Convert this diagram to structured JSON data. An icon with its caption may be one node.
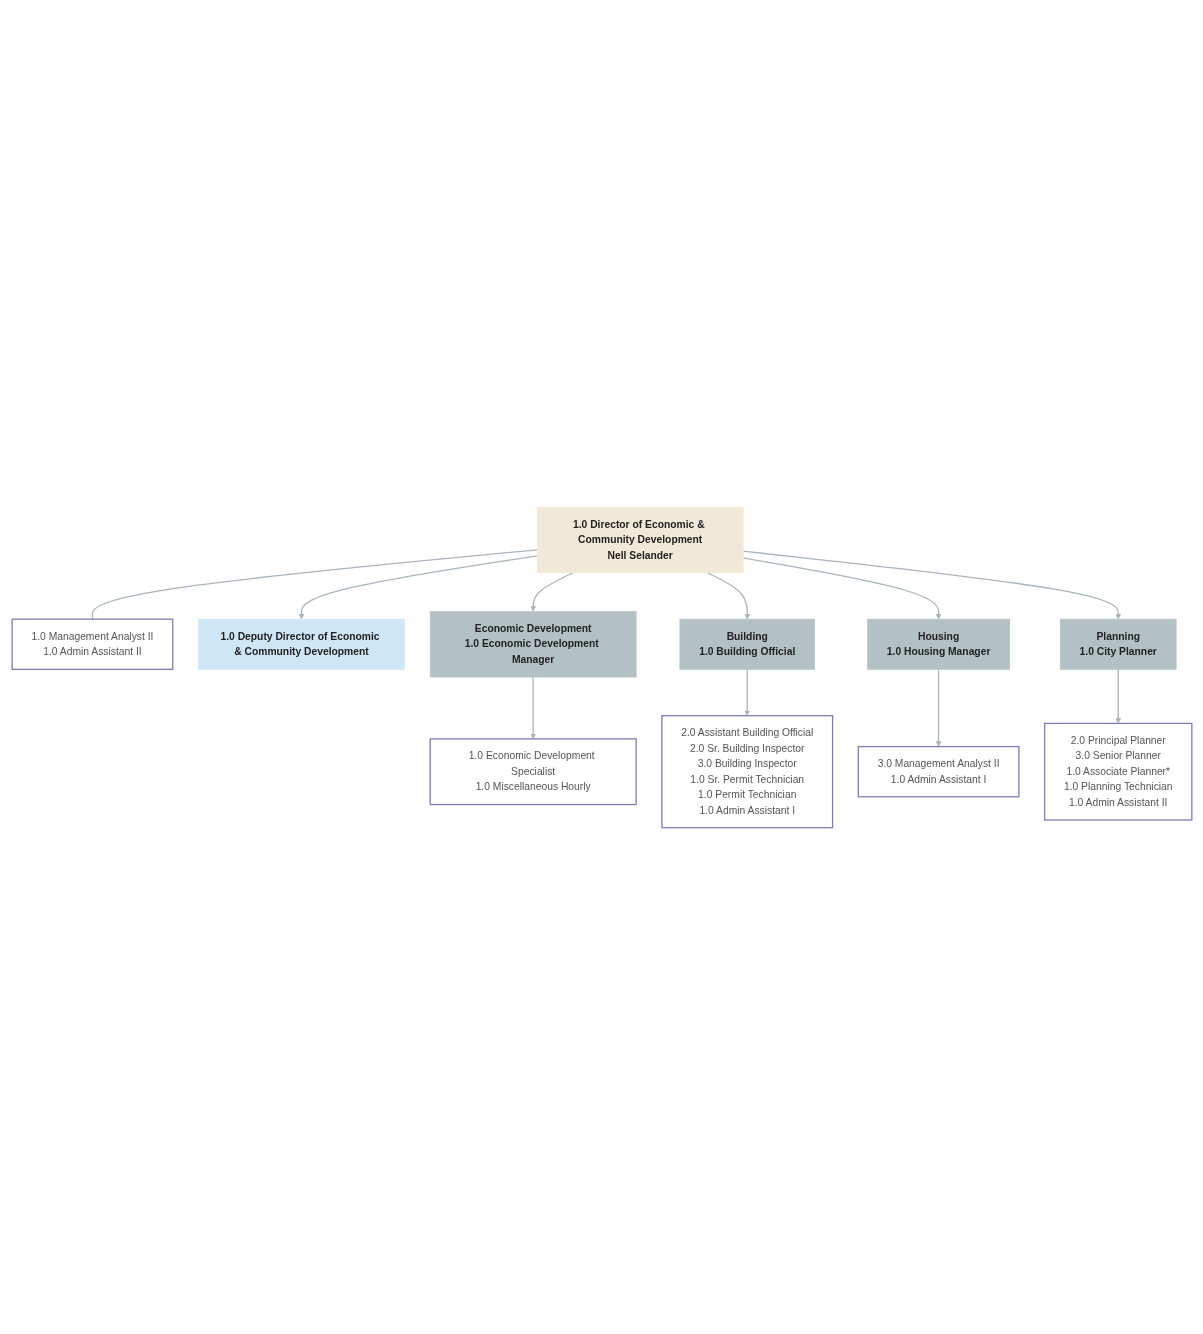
{
  "diagram": {
    "nodes": [
      {
        "text": [
          "1.0 Director of Economic & Community Development",
          "Nell Selander"
        ]
      },
      {
        "text": [
          "1.0 Management Analyst II",
          "1.0 Admin Assistant II"
        ]
      },
      {
        "text": [
          "1.0 Deputy Director of Economic & Community Development"
        ]
      },
      {
        "text": [
          "Economic Development",
          "1.0 Economic Development Manager"
        ]
      },
      {
        "text": [
          "Building",
          "1.0 Building Official"
        ]
      },
      {
        "text": [
          "Housing",
          "1.0 Housing Manager"
        ]
      },
      {
        "text": [
          "Planning",
          "1.0 City Planner"
        ]
      },
      {
        "text": [
          "1.0 Economic Development Specialist",
          "1.0 Miscellaneous Hourly"
        ]
      },
      {
        "text": [
          "2.0 Assistant Building Official",
          "2.0 Sr. Building Inspector",
          "3.0 Building Inspector",
          "1.0 Sr. Permit Technician",
          "1.0 Permit Technician",
          "1.0 Admin Assistant I"
        ]
      },
      {
        "text": [
          "3.0 Management Analyst II",
          "1.0 Admin Assistant I"
        ]
      },
      {
        "text": [
          "2.0 Principal Planner",
          "3.0 Senior Planner",
          "1.0 Associate Planner*",
          "1.0 Planning Technician",
          "1.0 Admin Assistant II"
        ]
      }
    ],
    "edges": [
      {
        "from": 0,
        "to": 1,
        "arrow": "none"
      },
      {
        "from": 0,
        "to": 2,
        "arrow": "to"
      },
      {
        "from": 0,
        "to": 3,
        "arrow": "to"
      },
      {
        "from": 0,
        "to": 4,
        "arrow": "to"
      },
      {
        "from": 0,
        "to": 5,
        "arrow": "to"
      },
      {
        "from": 0,
        "to": 6,
        "arrow": "to"
      },
      {
        "from": 3,
        "to": 7,
        "arrow": "to"
      },
      {
        "from": 4,
        "to": 8,
        "arrow": "to"
      },
      {
        "from": 5,
        "to": 9,
        "arrow": "to"
      },
      {
        "from": 6,
        "to": 10,
        "arrow": "to"
      }
    ]
  }
}
